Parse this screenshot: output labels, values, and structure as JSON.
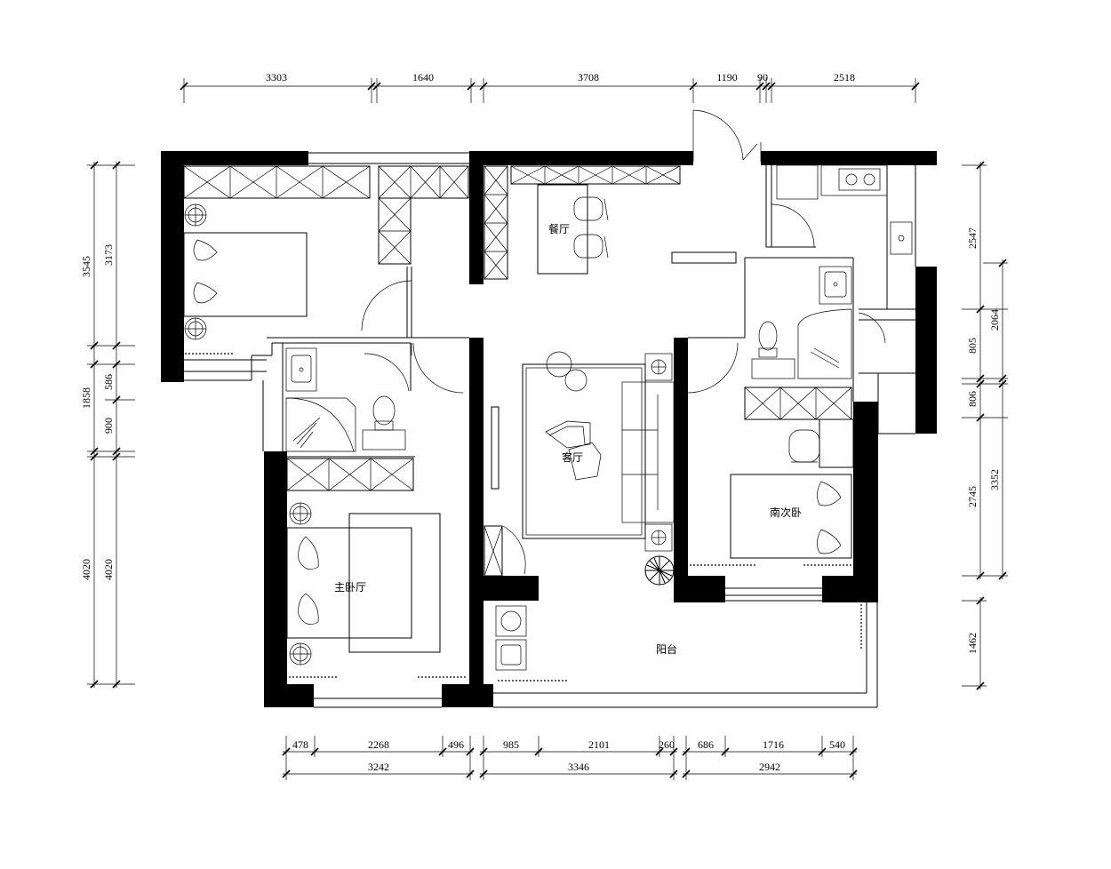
{
  "rooms": {
    "dining": "餐厅",
    "living": "客厅",
    "master_bedroom": "主卧厅",
    "south_bedroom": "南次卧",
    "balcony": "阳台"
  },
  "dimensions": {
    "top": [
      "3303",
      "1640",
      "3708",
      "1190",
      "90",
      "2518"
    ],
    "bottom_row1": [
      "478",
      "2268",
      "496",
      "985",
      "2101",
      "260",
      "686",
      "1716",
      "540"
    ],
    "bottom_row2": [
      "3242",
      "3346",
      "2942"
    ],
    "left_outer": [
      "3545",
      "1858",
      "4020"
    ],
    "left_inner": [
      "3173",
      "586",
      "900",
      "4020"
    ],
    "right_outer": [
      "2547",
      "806",
      "2745",
      "1462"
    ],
    "right_inner": [
      "2064",
      "805",
      "3352"
    ]
  }
}
